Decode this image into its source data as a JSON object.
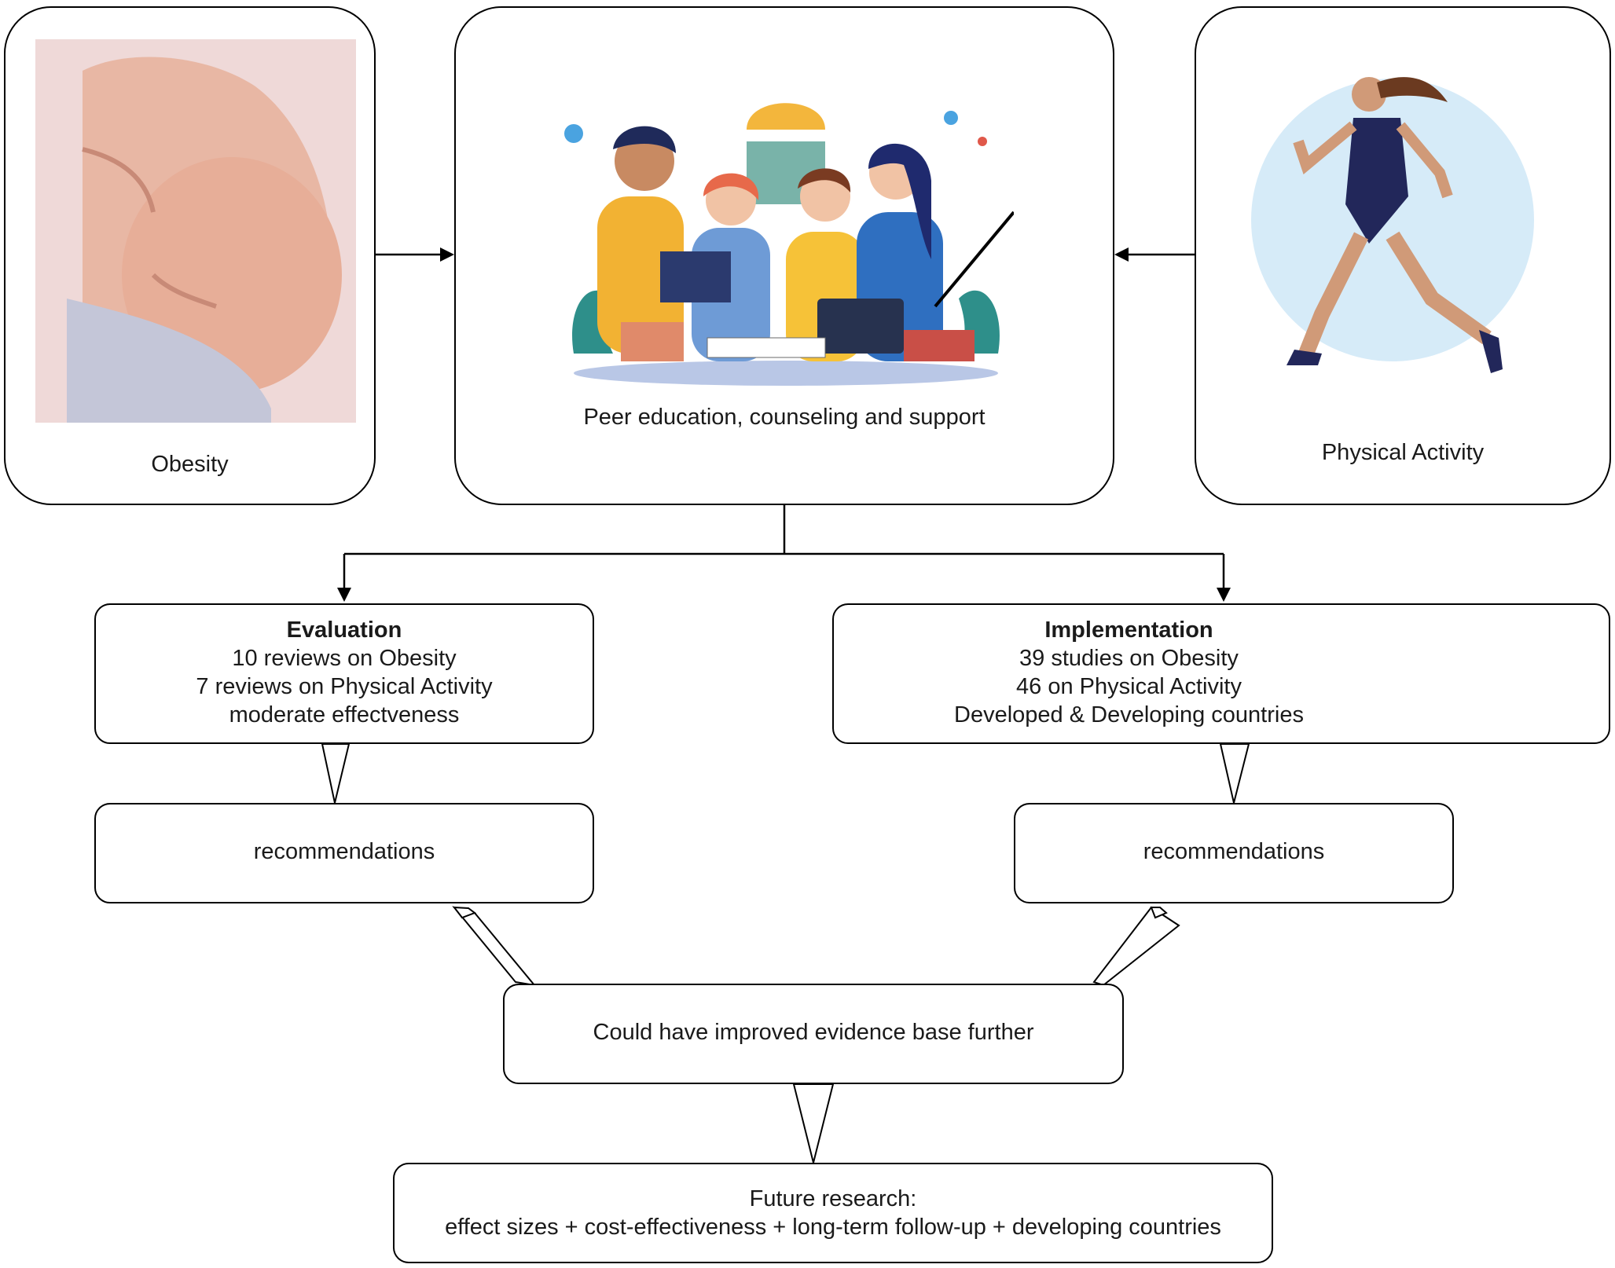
{
  "top": {
    "obesity_label": "Obesity",
    "peer_label": "Peer education, counseling and support",
    "activity_label": "Physical Activity"
  },
  "evaluation": {
    "title": "Evaluation",
    "lines": [
      "10 reviews on Obesity",
      "7 reviews on Physical Activity",
      "moderate effectveness"
    ]
  },
  "implementation": {
    "title": "Implementation",
    "lines": [
      "39 studies on Obesity",
      "46 on Physical Activity",
      "Developed & Developing countries"
    ]
  },
  "recommendations_left": "recommendations",
  "recommendations_right": "recommendations",
  "improved": "Could have improved evidence base further",
  "future": {
    "line1": "Future research:",
    "line2": "effect sizes + cost-effectiveness + long-term follow-up + developing countries"
  },
  "colors": {
    "stroke": "#000000",
    "skin": "#e9b7a6",
    "blue": "#2f6fc0",
    "yellow": "#f2b233",
    "teal": "#2e8f8a",
    "runner_bg": "#cfe6f6"
  }
}
